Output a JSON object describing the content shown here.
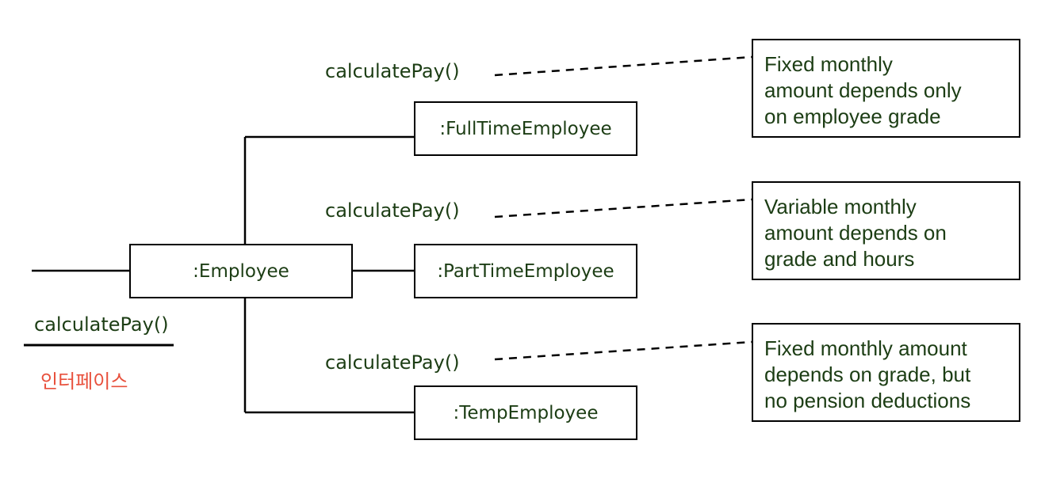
{
  "interface": {
    "method": "calculatePay()",
    "label": "인터페이스"
  },
  "employee": {
    "label": ":Employee"
  },
  "subclasses": [
    {
      "method": "calculatePay()",
      "label": ":FullTimeEmployee",
      "note": [
        "Fixed monthly",
        "amount depends only",
        "on employee grade"
      ]
    },
    {
      "method": "calculatePay()",
      "label": ":PartTimeEmployee",
      "note": [
        "Variable monthly",
        "amount depends on",
        "grade and hours"
      ]
    },
    {
      "method": "calculatePay()",
      "label": ":TempEmployee",
      "note": [
        "Fixed monthly amount",
        "depends on grade, but",
        "no pension deductions"
      ]
    }
  ],
  "colors": {
    "text": "#1c3d14",
    "interface_label": "#e8503c",
    "lines": "#000000"
  }
}
